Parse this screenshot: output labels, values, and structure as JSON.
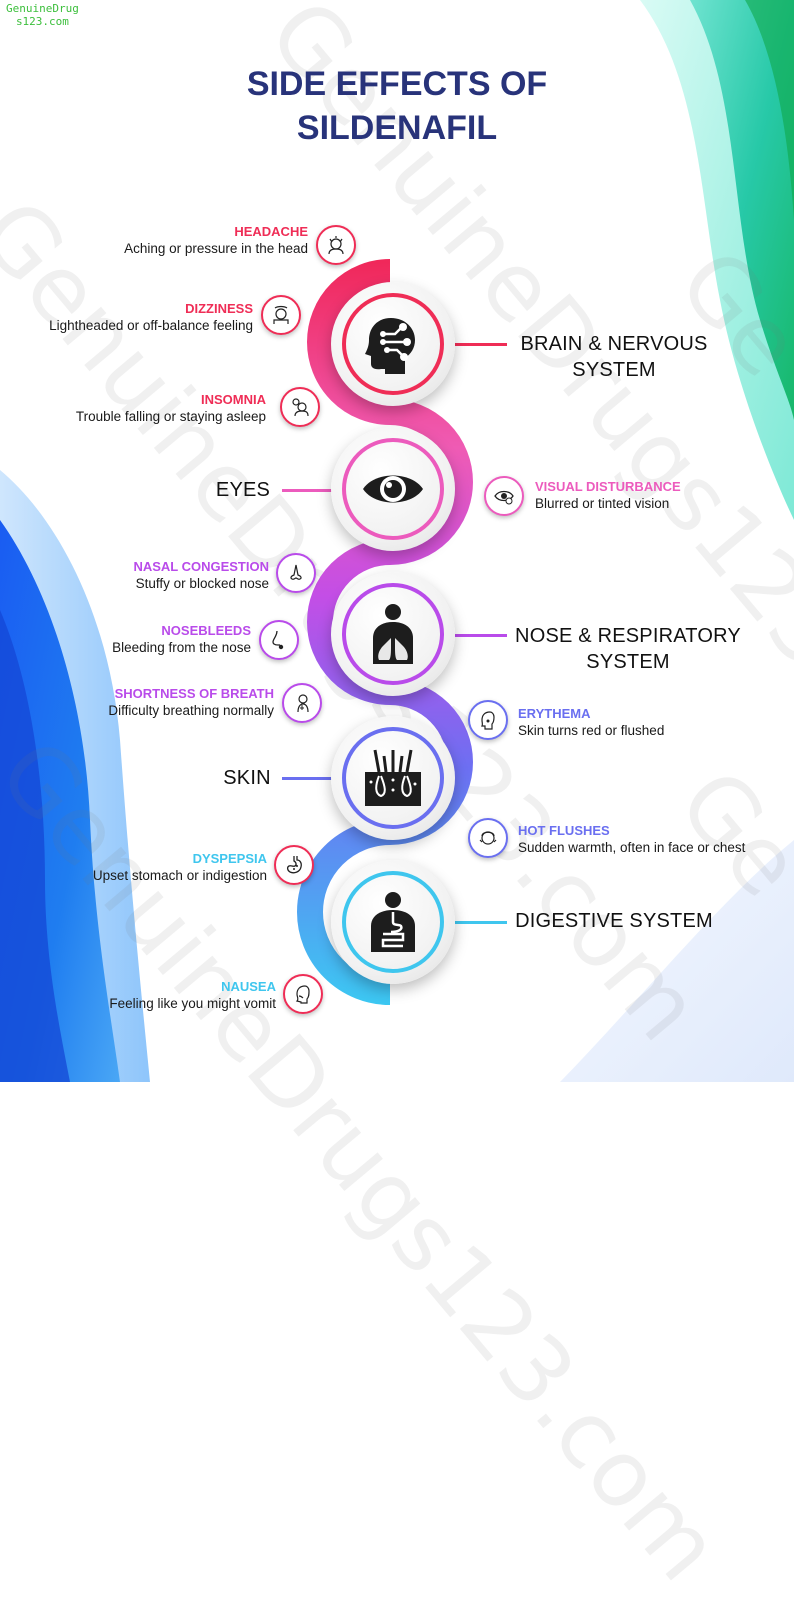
{
  "watermark": {
    "line1": "GenuineDrug",
    "line2": "s123.com",
    "big_text": "GenuineDrugs123.com",
    "big_short": "Ge"
  },
  "title": {
    "line1": "SIDE EFFECTS OF",
    "line2": "SILDENAFIL"
  },
  "colors": {
    "title": "#28337a",
    "brain": "#ef2d56",
    "eyes": "#ec5bbd",
    "respiratory": "#b94bea",
    "skin": "#6a6ff0",
    "digestive": "#3fc6ee"
  },
  "systems": {
    "brain": {
      "line1": "BRAIN & NERVOUS",
      "line2": "SYSTEM",
      "icon": "head-network-icon"
    },
    "eyes": {
      "line1": "EYES",
      "icon": "eye-icon"
    },
    "respiratory": {
      "line1": "NOSE & RESPIRATORY",
      "line2": "SYSTEM",
      "icon": "lungs-icon"
    },
    "skin": {
      "line1": "SKIN",
      "icon": "skin-follicle-icon"
    },
    "digestive": {
      "line1": "DIGESTIVE SYSTEM",
      "icon": "digestive-tract-icon"
    }
  },
  "effects": {
    "headache": {
      "title": "HEADACHE",
      "desc": "Aching or pressure in the head",
      "icon": "headache-icon"
    },
    "dizziness": {
      "title": "DIZZINESS",
      "desc": "Lightheaded or off-balance feeling",
      "icon": "dizzy-icon"
    },
    "insomnia": {
      "title": "INSOMNIA",
      "desc": "Trouble falling or staying asleep",
      "icon": "insomnia-icon"
    },
    "visual": {
      "title": "VISUAL DISTURBANCE",
      "desc": "Blurred or tinted vision",
      "icon": "vision-icon"
    },
    "nasal": {
      "title": "NASAL CONGESTION",
      "desc": "Stuffy or blocked nose",
      "icon": "nose-icon"
    },
    "nosebleeds": {
      "title": "NOSEBLEEDS",
      "desc": "Bleeding from the nose",
      "icon": "nosebleed-icon"
    },
    "breath": {
      "title": "SHORTNESS OF BREATH",
      "desc": "Difficulty breathing normally",
      "icon": "breath-icon"
    },
    "erythema": {
      "title": "ERYTHEMA",
      "desc": "Skin turns red or flushed",
      "icon": "face-red-icon"
    },
    "hotflushes": {
      "title": "HOT FLUSHES",
      "desc": "Sudden warmth, often in face or chest",
      "icon": "hot-flush-icon"
    },
    "dyspepsia": {
      "title": "DYSPEPSIA",
      "desc": "Upset stomach or indigestion",
      "icon": "stomach-icon"
    },
    "nausea": {
      "title": "NAUSEA",
      "desc": "Feeling like you might vomit",
      "icon": "nausea-icon"
    }
  }
}
